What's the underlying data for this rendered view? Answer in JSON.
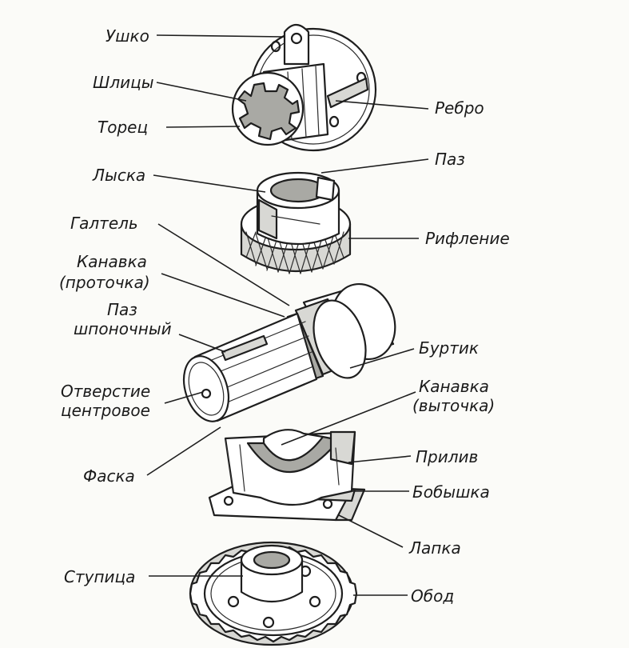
{
  "labels": {
    "ushko": "Ушко",
    "shlitsy": "Шлицы",
    "torets": "Торец",
    "rebro": "Ребро",
    "paz": "Паз",
    "lyska": "Лыска",
    "riflenie": "Рифление",
    "galtel": "Галтель",
    "kanavka_protochka_1": "Канавка",
    "kanavka_protochka_2": "(проточка)",
    "paz_shponochny_1": "Паз",
    "paz_shponochny_2": "шпоночный",
    "burtik": "Буртик",
    "otverstie_1": "Отверстие",
    "otverstie_2": "центровое",
    "kanavka_vytochka_1": "Канавка",
    "kanavka_vytochka_2": "(выточка)",
    "faska": "Фаска",
    "priliv": "Прилив",
    "bobyshka": "Бобышка",
    "lapka": "Лапка",
    "stupitsa": "Ступица",
    "obod": "Обод"
  },
  "colors": {
    "ink": "#1e1e1e",
    "paper": "#fbfbf8",
    "shade": "#d8d8d4"
  }
}
